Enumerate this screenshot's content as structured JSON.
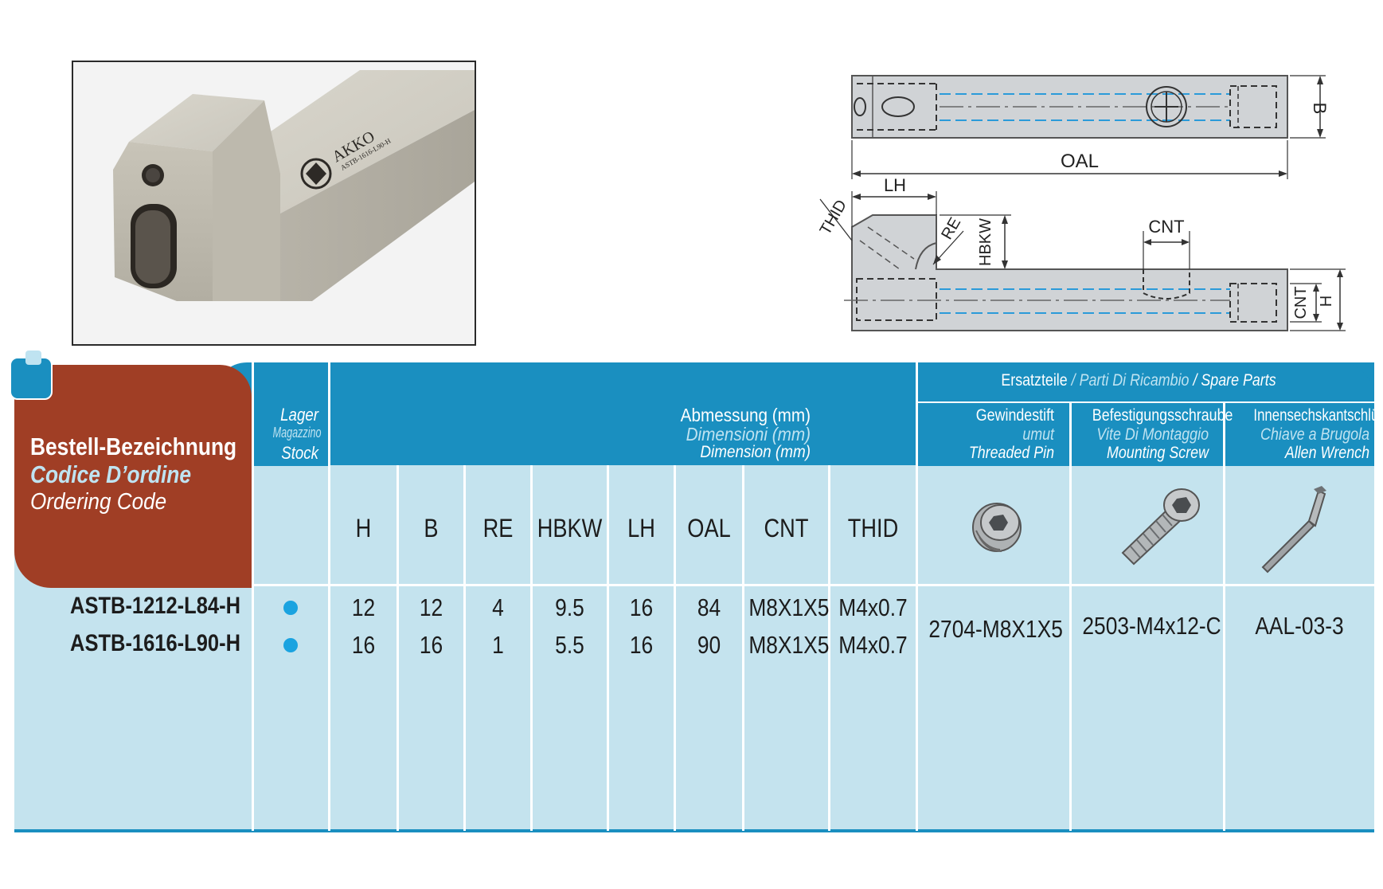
{
  "photo": {
    "brand": "AKKO",
    "part_engraving": "ASTB-1616-L90-H"
  },
  "drawing": {
    "top_view": {
      "dim_b": "B",
      "dim_oal": "OAL"
    },
    "side_view": {
      "dim_lh": "LH",
      "dim_thid": "THID",
      "dim_re": "RE",
      "dim_hbkw": "HBKW",
      "dim_cnt_top": "CNT",
      "dim_cnt_side": "CNT",
      "dim_h": "H"
    }
  },
  "table": {
    "order_code": {
      "de": "Bestell-Bezeichnung",
      "it": "Codice D’ordine",
      "en": "Ordering Code"
    },
    "stock": {
      "de": "Lager",
      "it": "Magazzino",
      "en": "Stock"
    },
    "dimension": {
      "de": "Abmessung (mm)",
      "it": "Dimensioni (mm)",
      "en": "Dimension (mm)"
    },
    "spare_parts": {
      "de": "Ersatzteile",
      "sep1": "/",
      "it": "Parti Di Ricambio",
      "sep2": "/",
      "en": "Spare Parts"
    },
    "threaded_pin": {
      "de": "Gewindestift",
      "it": "umut",
      "en": "Threaded Pin",
      "icon": "set-screw-icon"
    },
    "mounting_screw": {
      "de": "Befestigungsschraube",
      "it": "Vite Di Montaggio",
      "en": "Mounting Screw",
      "icon": "cap-screw-icon"
    },
    "allen_wrench": {
      "de": "Innensechskantschlüssel",
      "it": "Chiave a Brugola",
      "en": "Allen Wrench",
      "icon": "allen-key-icon"
    },
    "columns": [
      "H",
      "B",
      "RE",
      "HBKW",
      "LH",
      "OAL",
      "CNT",
      "THID"
    ],
    "rows": [
      {
        "code": "ASTB-1212-L84-H",
        "stock": true,
        "H": "12",
        "B": "12",
        "RE": "4",
        "HBKW": "9.5",
        "LH": "16",
        "OAL": "84",
        "CNT": "M8X1X5",
        "THID": "M4x0.7"
      },
      {
        "code": "ASTB-1616-L90-H",
        "stock": true,
        "H": "16",
        "B": "16",
        "RE": "1",
        "HBKW": "5.5",
        "LH": "16",
        "OAL": "90",
        "CNT": "M8X1X5",
        "THID": "M4x0.7"
      }
    ],
    "spares": {
      "threaded_pin": "2704-M8X1X5",
      "mounting_screw": "2503-M4x12-C",
      "allen_wrench": "AAL-03-3"
    },
    "colors": {
      "header_blue": "#1a8fc0",
      "body_light": "#c4e3ee",
      "code_brown": "#a03e25",
      "stock_dot": "#1aa3e0"
    }
  }
}
